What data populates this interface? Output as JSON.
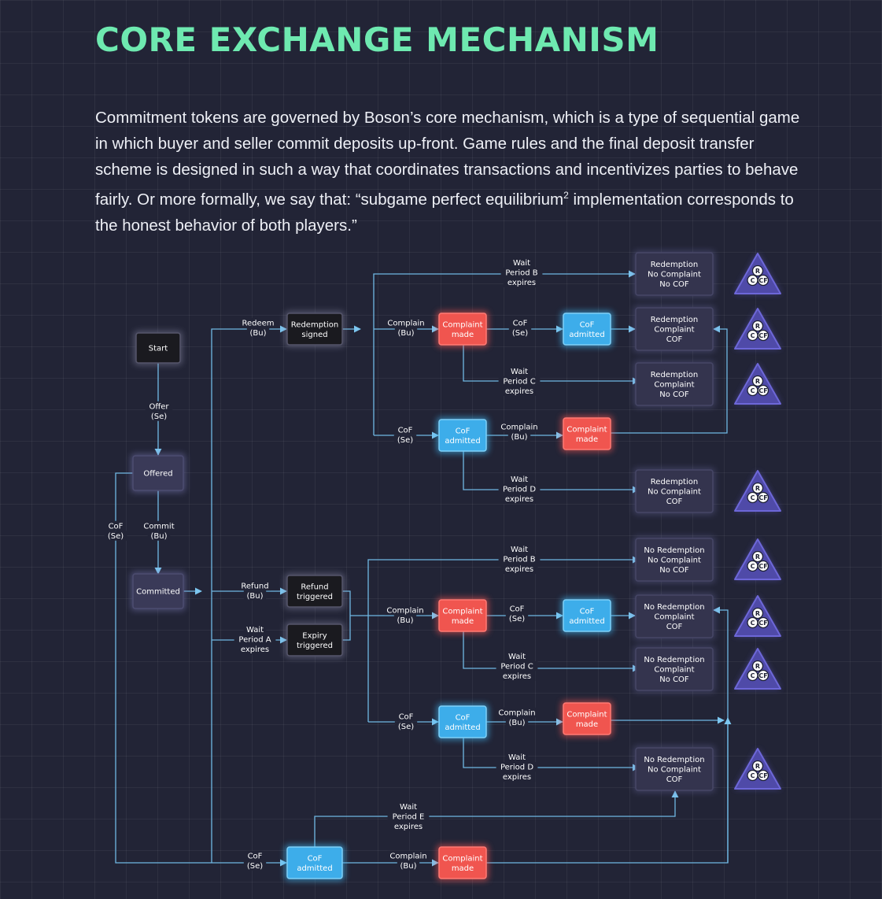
{
  "title": "CORE EXCHANGE MECHANISM",
  "intro": {
    "before_sup": "Commitment tokens are governed by Boson’s core mechanism, which is a type of sequential game in which buyer and seller commit deposits up-front. Game rules and the final deposit transfer scheme is designed in such a way that coordinates transactions and incentivizes parties to behave fairly.  Or more formally, we say that: “subgame perfect equilibrium",
    "sup": "2",
    "after_sup": " implementation corresponds to the honest behavior of both players.”"
  },
  "colors": {
    "accent_green": "#6ee9b0",
    "edge_blue": "#6fb8e4",
    "dark_node": "#1a1a1f",
    "state_node": "#3a3a58",
    "outcome_node": "#34344e",
    "complaint_red": "#f0554f",
    "cof_blue": "#3dadea",
    "badge_purple": "#6660d6"
  },
  "diagram": {
    "nodes": [
      {
        "id": "start",
        "type": "dark",
        "lines": [
          "Start"
        ]
      },
      {
        "id": "offered",
        "type": "state",
        "lines": [
          "Offered"
        ]
      },
      {
        "id": "committed",
        "type": "state",
        "lines": [
          "Committed"
        ]
      },
      {
        "id": "redemption_signed",
        "type": "dark",
        "lines": [
          "Redemption",
          "signed"
        ]
      },
      {
        "id": "refund_triggered",
        "type": "dark",
        "lines": [
          "Refund",
          "triggered"
        ]
      },
      {
        "id": "expiry_triggered",
        "type": "dark",
        "lines": [
          "Expiry",
          "triggered"
        ]
      },
      {
        "id": "r_complaint",
        "type": "red",
        "lines": [
          "Complaint",
          "made"
        ]
      },
      {
        "id": "r_cof_admitted",
        "type": "blue",
        "lines": [
          "CoF",
          "admitted"
        ]
      },
      {
        "id": "r_cof_admitted2",
        "type": "blue",
        "lines": [
          "CoF",
          "admitted"
        ]
      },
      {
        "id": "r_complaint2",
        "type": "red",
        "lines": [
          "Complaint",
          "made"
        ]
      },
      {
        "id": "n_complaint",
        "type": "red",
        "lines": [
          "Complaint",
          "made"
        ]
      },
      {
        "id": "n_cof_admitted",
        "type": "blue",
        "lines": [
          "CoF",
          "admitted"
        ]
      },
      {
        "id": "n_cof_admitted2",
        "type": "blue",
        "lines": [
          "CoF",
          "admitted"
        ]
      },
      {
        "id": "n_complaint2",
        "type": "red",
        "lines": [
          "Complaint",
          "made"
        ]
      },
      {
        "id": "c_cof_admitted",
        "type": "blue",
        "lines": [
          "CoF",
          "admitted"
        ]
      },
      {
        "id": "c_complaint",
        "type": "red",
        "lines": [
          "Complaint",
          "made"
        ]
      },
      {
        "id": "o1",
        "type": "outcome",
        "lines": [
          "Redemption",
          "No Complaint",
          "No COF"
        ]
      },
      {
        "id": "o2",
        "type": "outcome",
        "lines": [
          "Redemption",
          "Complaint",
          "COF"
        ]
      },
      {
        "id": "o3",
        "type": "outcome",
        "lines": [
          "Redemption",
          "Complaint",
          "No COF"
        ]
      },
      {
        "id": "o4",
        "type": "outcome",
        "lines": [
          "Redemption",
          "No Complaint",
          "COF"
        ]
      },
      {
        "id": "o5",
        "type": "outcome",
        "lines": [
          "No Redemption",
          "No Complaint",
          "No COF"
        ]
      },
      {
        "id": "o6",
        "type": "outcome",
        "lines": [
          "No Redemption",
          "Complaint",
          "COF"
        ]
      },
      {
        "id": "o7",
        "type": "outcome",
        "lines": [
          "No Redemption",
          "Complaint",
          "No COF"
        ]
      },
      {
        "id": "o8",
        "type": "outcome",
        "lines": [
          "No Redemption",
          "No Complaint",
          "COF"
        ]
      }
    ],
    "edge_labels": [
      {
        "id": "offer",
        "lines": [
          "Offer",
          "(Se)"
        ]
      },
      {
        "id": "commit",
        "lines": [
          "Commit",
          "(Bu)"
        ]
      },
      {
        "id": "cof_se_left",
        "lines": [
          "CoF",
          "(Se)"
        ]
      },
      {
        "id": "redeem",
        "lines": [
          "Redeem",
          "(Bu)"
        ]
      },
      {
        "id": "refund",
        "lines": [
          "Refund",
          "(Bu)"
        ]
      },
      {
        "id": "wait_a",
        "lines": [
          "Wait",
          "Period A",
          "expires"
        ]
      },
      {
        "id": "cof_se_bottom",
        "lines": [
          "CoF",
          "(Se)"
        ]
      },
      {
        "id": "r_wait_b",
        "lines": [
          "Wait",
          "Period B",
          "expires"
        ]
      },
      {
        "id": "r_complain",
        "lines": [
          "Complain",
          "(Bu)"
        ]
      },
      {
        "id": "r_cof_se",
        "lines": [
          "CoF",
          "(Se)"
        ]
      },
      {
        "id": "r_wait_c",
        "lines": [
          "Wait",
          "Period C",
          "expires"
        ]
      },
      {
        "id": "r_cof_se2",
        "lines": [
          "CoF",
          "(Se)"
        ]
      },
      {
        "id": "r_complain2",
        "lines": [
          "Complain",
          "(Bu)"
        ]
      },
      {
        "id": "r_wait_d",
        "lines": [
          "Wait",
          "Period D",
          "expires"
        ]
      },
      {
        "id": "n_wait_b",
        "lines": [
          "Wait",
          "Period B",
          "expires"
        ]
      },
      {
        "id": "n_complain",
        "lines": [
          "Complain",
          "(Bu)"
        ]
      },
      {
        "id": "n_cof_se",
        "lines": [
          "CoF",
          "(Se)"
        ]
      },
      {
        "id": "n_wait_c",
        "lines": [
          "Wait",
          "Period C",
          "expires"
        ]
      },
      {
        "id": "n_cof_se2",
        "lines": [
          "CoF",
          "(Se)"
        ]
      },
      {
        "id": "n_complain2",
        "lines": [
          "Complain",
          "(Bu)"
        ]
      },
      {
        "id": "n_wait_d",
        "lines": [
          "Wait",
          "Period D",
          "expires"
        ]
      },
      {
        "id": "wait_e",
        "lines": [
          "Wait",
          "Period E",
          "expires"
        ]
      },
      {
        "id": "c_complain",
        "lines": [
          "Complain",
          "(Bu)"
        ]
      }
    ],
    "badge": {
      "top": "R",
      "left": "C",
      "right": "CF"
    },
    "badge_count": 8
  }
}
